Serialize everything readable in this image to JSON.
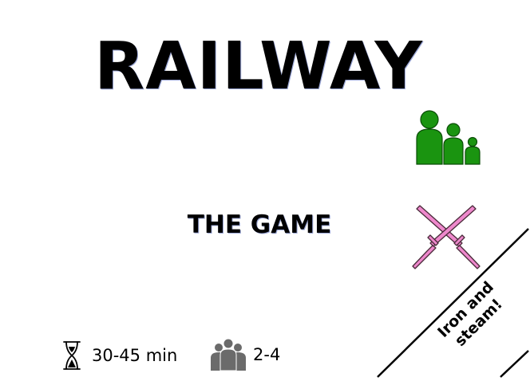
{
  "card": {
    "title": "RAILWAY",
    "subtitle": "THE GAME",
    "banner_text": "Iron and steam!",
    "play_time": "30-45 min",
    "player_count": "2-4"
  },
  "icons": {
    "players": "player-group-icon",
    "combat": "crossed-swords-icon",
    "time": "hourglass-icon",
    "people": "people-group-icon"
  },
  "colors": {
    "players_icon": "#1a9410",
    "swords_icon": "#ee88cc",
    "people_icon": "#6b6b6b",
    "text": "#000000"
  }
}
